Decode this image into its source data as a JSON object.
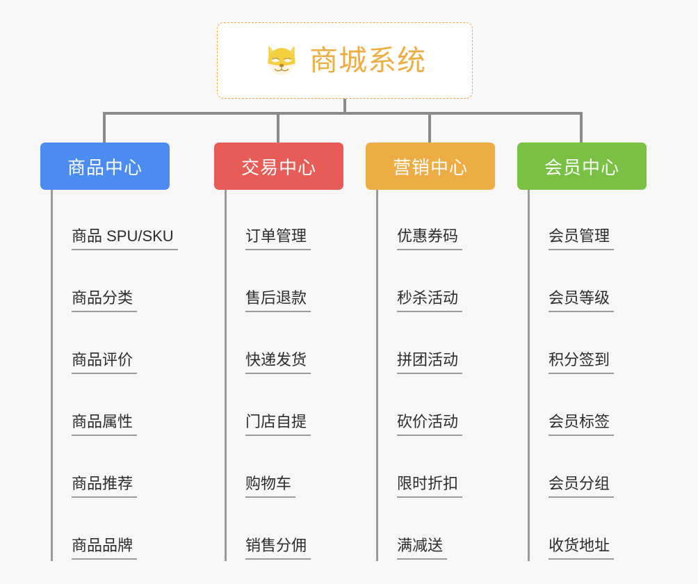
{
  "canvas": {
    "background": "#f7f7f7"
  },
  "root": {
    "title": "商城系统",
    "icon": "shiba-dog-face-icon",
    "text_color": "#eead44",
    "border_color": "#e8a93c",
    "background": "#ffffff"
  },
  "branches": [
    {
      "label": "商品中心",
      "color": "#4a8cf0",
      "items": [
        "商品 SPU/SKU",
        "商品分类",
        "商品评价",
        "商品属性",
        "商品推荐",
        "商品品牌"
      ]
    },
    {
      "label": "交易中心",
      "color": "#e85c58",
      "items": [
        "订单管理",
        "售后退款",
        "快递发货",
        "门店自提",
        "购物车",
        "销售分佣"
      ]
    },
    {
      "label": "营销中心",
      "color": "#eead44",
      "items": [
        "优惠券码",
        "秒杀活动",
        "拼团活动",
        "砍价活动",
        "限时折扣",
        "满减送"
      ]
    },
    {
      "label": "会员中心",
      "color": "#79c143",
      "items": [
        "会员管理",
        "会员等级",
        "积分签到",
        "会员标签",
        "会员分组",
        "收货地址"
      ]
    }
  ],
  "connector": {
    "color": "#8a8a8a"
  }
}
